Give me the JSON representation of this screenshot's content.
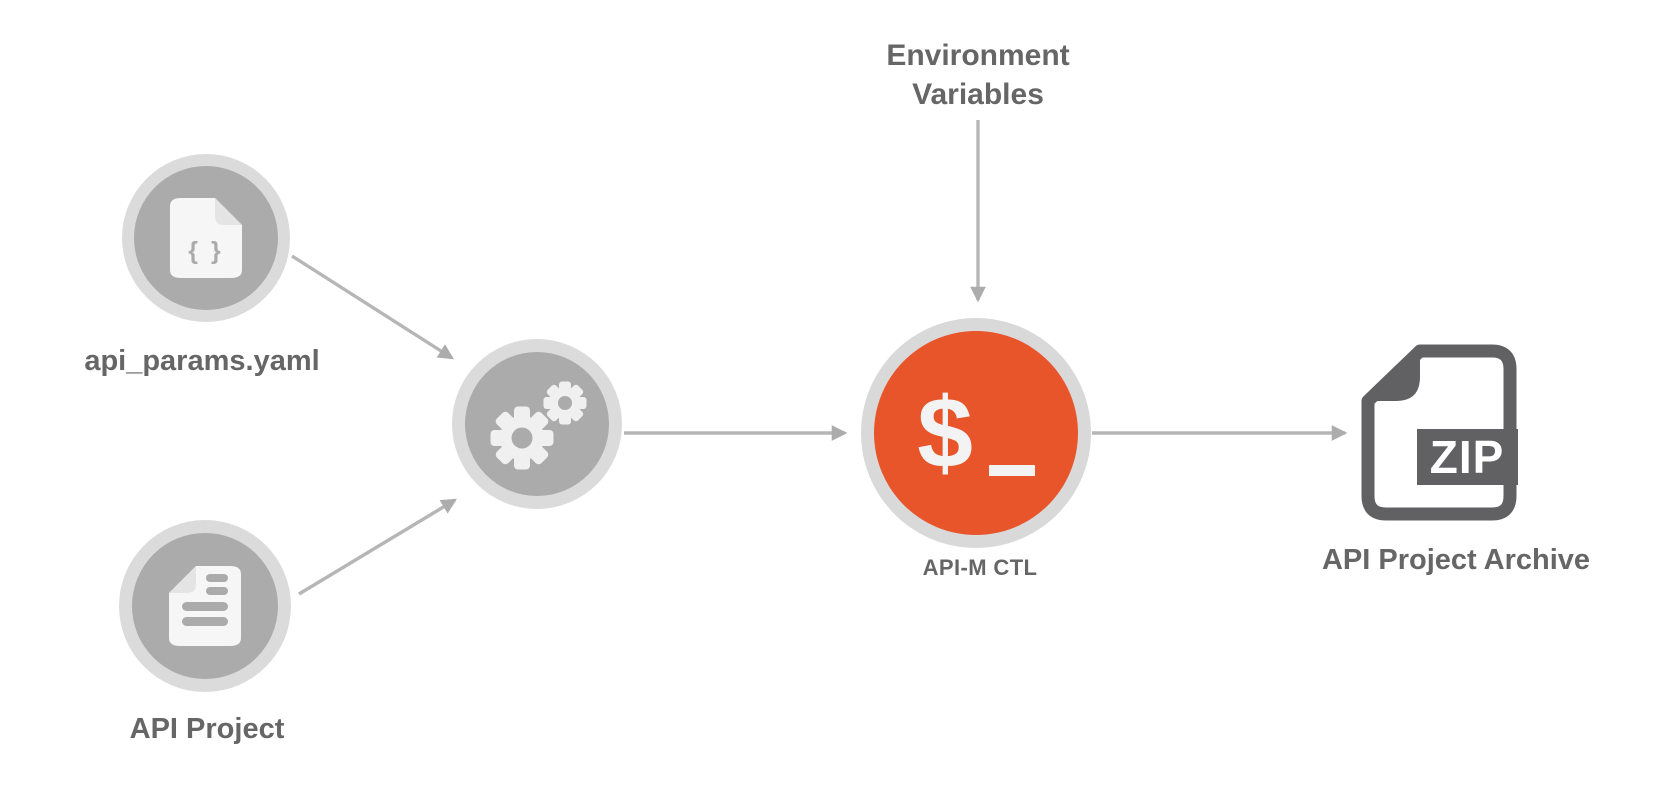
{
  "palette": {
    "background": "#FFFFFF",
    "node_fill": "#ABABAB",
    "node_ring": "#DBDBDB",
    "icon_fill": "#F2F2F2",
    "terminal_orange": "#E8552B",
    "arrow_gray": "#B6B6B6",
    "label_gray": "#666666",
    "zip_dark_gray": "#616164"
  },
  "nodes": {
    "api_params": {
      "label": "api_params.yaml",
      "icon": "file-code-icon",
      "glyph": "{ }"
    },
    "api_project": {
      "label": "API Project",
      "icon": "document-icon"
    },
    "build": {
      "icon": "gears-icon"
    },
    "env": {
      "label": "Environment Variables"
    },
    "apimctl": {
      "label": "API-M CTL",
      "icon": "terminal-icon",
      "glyph": "$"
    },
    "archive": {
      "label": "API Project Archive",
      "icon": "zip-file-icon",
      "badge": "ZIP"
    }
  },
  "edges": [
    {
      "from": "api_params",
      "to": "build"
    },
    {
      "from": "api_project",
      "to": "build"
    },
    {
      "from": "build",
      "to": "apimctl"
    },
    {
      "from": "env",
      "to": "apimctl"
    },
    {
      "from": "apimctl",
      "to": "archive"
    }
  ]
}
